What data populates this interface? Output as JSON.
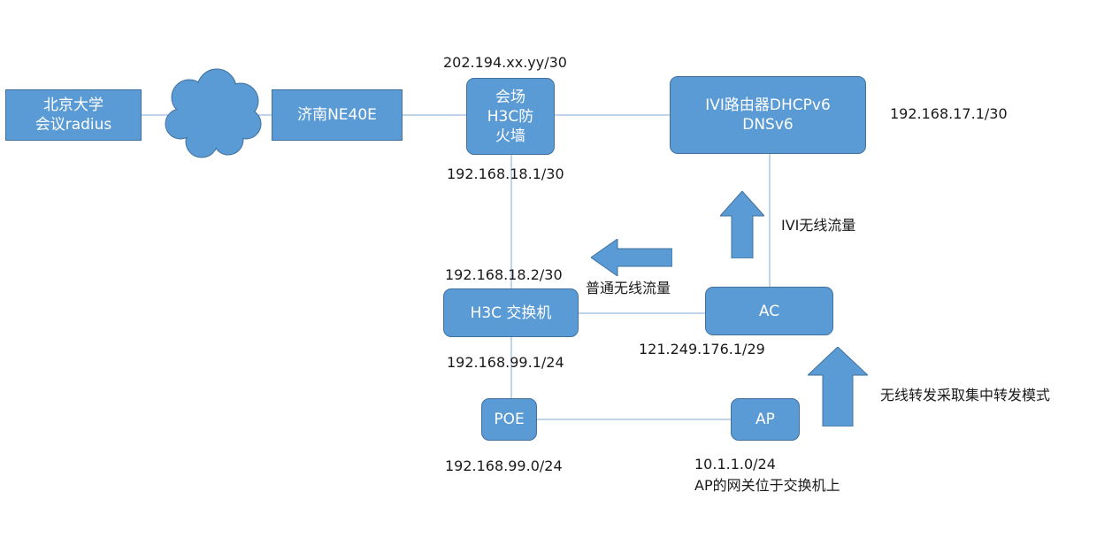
{
  "colors": {
    "node_fill": "#5b9bd5",
    "node_border": "#41719c",
    "link": "#aec6e2",
    "text": "#1a1a1a"
  },
  "nodes": {
    "pku_radius": "北京大学\n会议radius",
    "cloud": "",
    "jinan_router": "济南NE40E",
    "firewall": "会场\nH3C防\n火墙",
    "ivi_router": "IVI路由器DHCPv6\nDNSv6",
    "h3c_switch": "H3C 交换机",
    "ac": "AC",
    "poe": "POE",
    "ap": "AP"
  },
  "labels": {
    "firewall_wan_ip": "202.194.xx.yy/30",
    "firewall_lan_ip": "192.168.18.1/30",
    "ivi_router_ip": "192.168.17.1/30",
    "switch_uplink_ip": "192.168.18.2/30",
    "switch_poe_ip": "192.168.99.1/24",
    "ac_ip": "121.249.176.1/29",
    "poe_subnet": "192.168.99.0/24",
    "ap_subnet": "10.1.1.0/24",
    "ap_gateway_note": "AP的网关位于交换机上",
    "ivi_traffic": "IVI无线流量",
    "normal_traffic": "普通无线流量",
    "forwarding_mode": "无线转发采取集中转发模式"
  },
  "icons": {
    "arrow_normal_traffic": "left-arrow",
    "arrow_ivi_traffic": "up-arrow",
    "arrow_forwarding": "up-arrow"
  }
}
